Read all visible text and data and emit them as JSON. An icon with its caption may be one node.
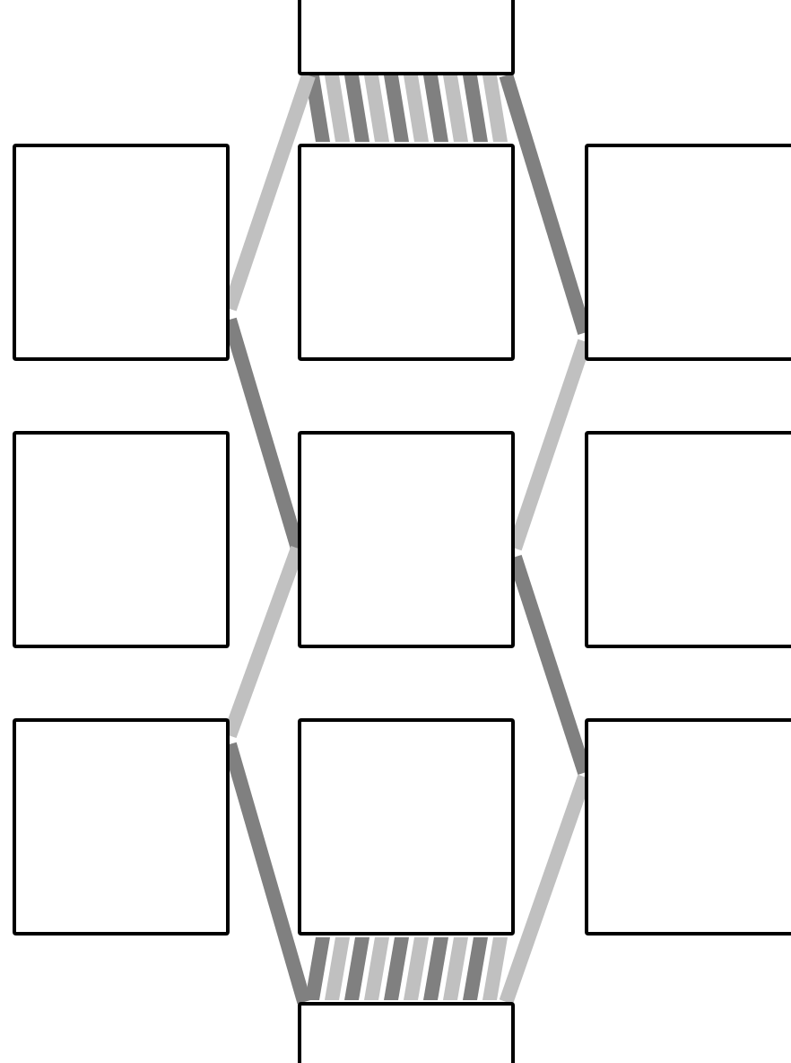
{
  "diagram": {
    "nodes": [
      {
        "text": [],
        "shape": "box"
      },
      {
        "text": [],
        "shape": "box"
      },
      {
        "text": [],
        "shape": "box"
      },
      {
        "text": [],
        "shape": "box"
      },
      {
        "text": [],
        "shape": "box"
      },
      {
        "text": [],
        "shape": "box"
      },
      {
        "text": [],
        "shape": "box"
      },
      {
        "text": [],
        "shape": "box"
      },
      {
        "text": [],
        "shape": "box"
      },
      {
        "text": [],
        "shape": "box"
      },
      {
        "text": [],
        "shape": "box"
      }
    ],
    "edges": [
      {
        "from": 0,
        "to": 1,
        "arrow": "none",
        "color": "#c0c0c0"
      },
      {
        "from": 1,
        "to": 5,
        "arrow": "none",
        "color": "#808080"
      },
      {
        "from": 5,
        "to": 7,
        "arrow": "none",
        "color": "#c0c0c0"
      },
      {
        "from": 7,
        "to": 10,
        "arrow": "none",
        "color": "#808080"
      },
      {
        "from": 0,
        "to": 3,
        "arrow": "none",
        "color": "#808080"
      },
      {
        "from": 3,
        "to": 5,
        "arrow": "none",
        "color": "#c0c0c0"
      },
      {
        "from": 5,
        "to": 9,
        "arrow": "none",
        "color": "#808080"
      },
      {
        "from": 9,
        "to": 10,
        "arrow": "none",
        "color": "#c0c0c0"
      }
    ]
  }
}
